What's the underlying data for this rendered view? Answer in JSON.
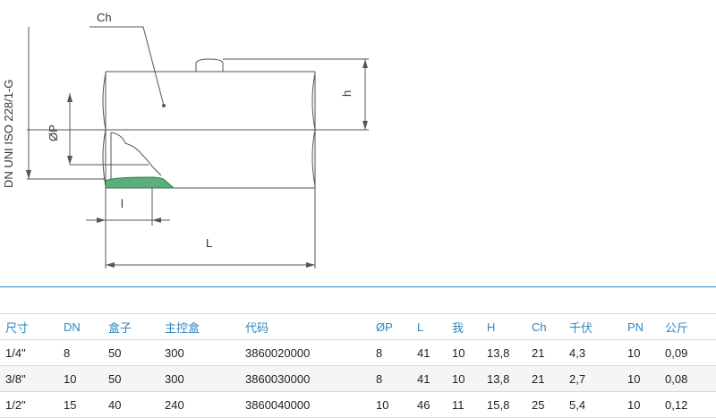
{
  "drawing": {
    "labels": {
      "ch": "Ch",
      "h": "h",
      "dn": "DN UNI ISO 228/1-G",
      "p": "ØP",
      "l_small": "l",
      "l_large": "L"
    },
    "colors": {
      "line": "#555555",
      "fitting": "#5cae7d",
      "fitting_stroke": "#2e7a4f"
    }
  },
  "table": {
    "headers": [
      "尺寸",
      "DN",
      "盒子",
      "主控盒",
      "代码",
      "ØP",
      "L",
      "我",
      "H",
      "Ch",
      "千伏",
      "PN",
      "公斤"
    ],
    "rows": [
      [
        "1/4\"",
        "8",
        "50",
        "300",
        "3860020000",
        "8",
        "41",
        "10",
        "13,8",
        "21",
        "4,3",
        "10",
        "0,09"
      ],
      [
        "3/8\"",
        "10",
        "50",
        "300",
        "3860030000",
        "8",
        "41",
        "10",
        "13,8",
        "21",
        "2,7",
        "10",
        "0,08"
      ],
      [
        "1/2\"",
        "15",
        "40",
        "240",
        "3860040000",
        "10",
        "46",
        "11",
        "15,8",
        "25",
        "5,4",
        "10",
        "0,12"
      ]
    ]
  },
  "colors": {
    "header_text": "#2f86c0",
    "divider": "#2f8fc4"
  }
}
